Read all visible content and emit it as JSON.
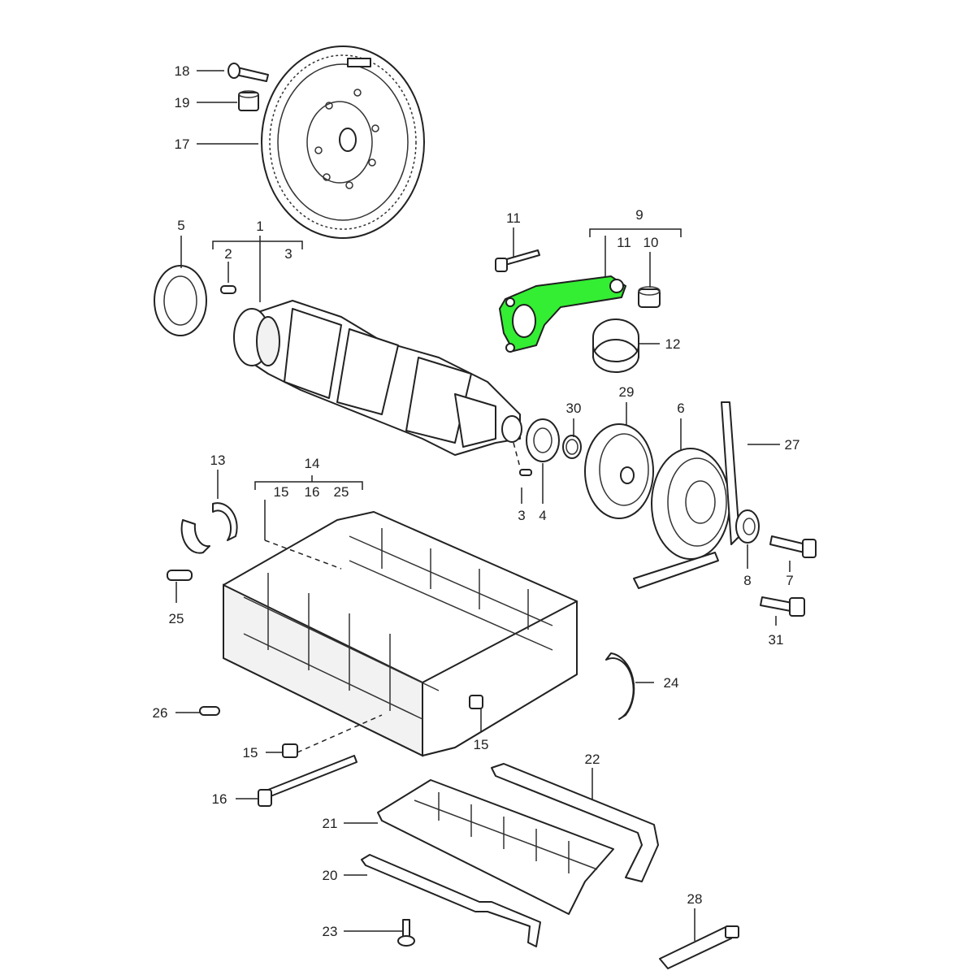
{
  "diagram": {
    "highlight_color": "#33ee33",
    "callouts": {
      "c18": "18",
      "c19": "19",
      "c17": "17",
      "c5": "5",
      "c1": "1",
      "c2": "2",
      "c3top": "3",
      "c11a": "11",
      "c9": "9",
      "c11b": "11",
      "c10": "10",
      "c12": "12",
      "c30": "30",
      "c29": "29",
      "c6": "6",
      "c27": "27",
      "c3bot": "3",
      "c4": "4",
      "c8": "8",
      "c7": "7",
      "c31": "31",
      "c13": "13",
      "c14": "14",
      "c15a": "15",
      "c16a": "16",
      "c25a": "25",
      "c25b": "25",
      "c24": "24",
      "c26": "26",
      "c15b": "15",
      "c15c": "15",
      "c16b": "16",
      "c22": "22",
      "c21": "21",
      "c20": "20",
      "c23": "23",
      "c28": "28"
    }
  }
}
